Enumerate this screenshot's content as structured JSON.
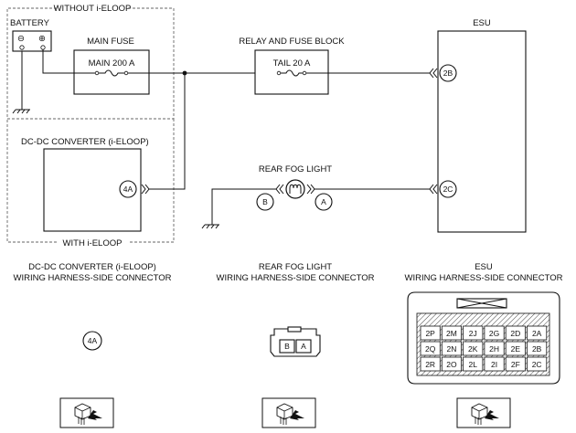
{
  "regions": {
    "without_ieloop": "WITHOUT i-ELOOP",
    "with_ieloop": "WITH i-ELOOP"
  },
  "battery": {
    "label": "BATTERY",
    "minus": "⊖",
    "plus": "⊕"
  },
  "main_fuse": {
    "title": "MAIN FUSE",
    "rating": "MAIN 200 A"
  },
  "relay_block": {
    "title": "RELAY AND FUSE BLOCK",
    "rating": "TAIL 20 A"
  },
  "esu": {
    "title": "ESU",
    "terminal_top": "2B",
    "terminal_bottom": "2C"
  },
  "dcdc": {
    "title": "DC-DC CONVERTER (i-ELOOP)",
    "terminal": "4A"
  },
  "fog_light": {
    "title": "REAR FOG LIGHT",
    "terminal_left": "B",
    "terminal_right": "A"
  },
  "connectors": {
    "dcdc": {
      "line1": "DC-DC CONVERTER (i-ELOOP)",
      "line2": "WIRING HARNESS-SIDE CONNECTOR",
      "pin": "4A"
    },
    "fog": {
      "line1": "REAR FOG LIGHT",
      "line2": "WIRING HARNESS-SIDE CONNECTOR",
      "pins": [
        "B",
        "A"
      ]
    },
    "esu": {
      "line1": "ESU",
      "line2": "WIRING HARNESS-SIDE CONNECTOR",
      "pins": [
        "2P",
        "2M",
        "2J",
        "2G",
        "2D",
        "2A",
        "2Q",
        "2N",
        "2K",
        "2H",
        "2E",
        "2B",
        "2R",
        "2O",
        "2L",
        "2I",
        "2F",
        "2C"
      ]
    }
  }
}
